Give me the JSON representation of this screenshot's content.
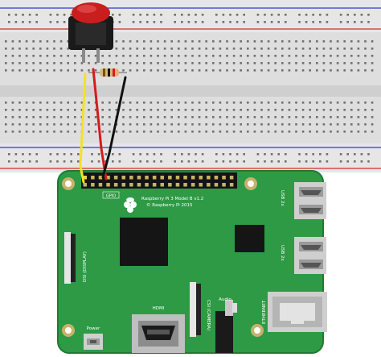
{
  "board": {
    "model_line1": "Raspberry Pi 3 Model B v1.2",
    "model_line2": "© Raspberry Pi 2015",
    "gpio_label": "GPIO",
    "dsi_label": "DSI (DISPLAY)",
    "csi_label": "CSI (CAMERA)",
    "hdmi_label": "HDMI",
    "audio_label": "Audio",
    "ethernet_label": "ETHERNET",
    "usb_top_label": "USB 2x",
    "usb_bottom_label": "USB 2x",
    "power_label": "Power"
  },
  "colors": {
    "board_green": "#2e9a45",
    "board_edge": "#1f7a33",
    "breadboard": "#dcdcdc",
    "rail_red": "#d22b2b",
    "rail_blue": "#2b3bd2",
    "button_red": "#c81e1e",
    "wire_yellow": "#f2e22a",
    "wire_red": "#d41c1c",
    "wire_black": "#111111",
    "chip": "#151515",
    "metal": "#c8c8c8"
  },
  "components": {
    "push_button": "push-button",
    "resistor": "resistor",
    "wires": [
      "yellow",
      "red",
      "black"
    ]
  }
}
